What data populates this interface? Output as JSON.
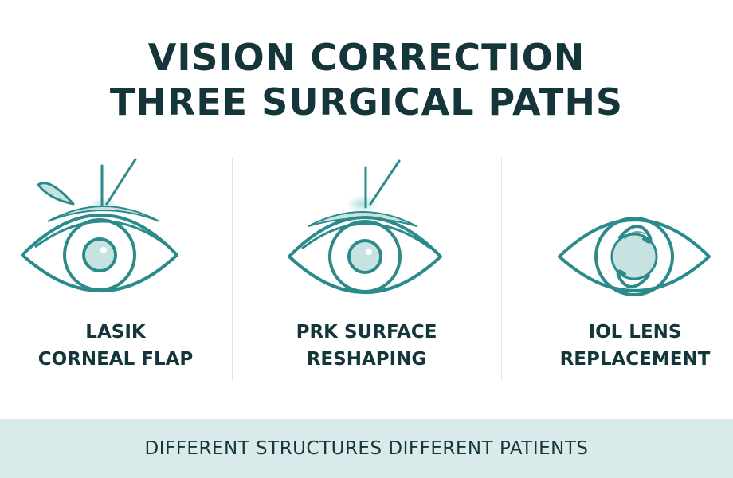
{
  "title": {
    "line1": "VISION CORRECTION",
    "line2": "THREE SURGICAL PATHS"
  },
  "panels": [
    {
      "icon": "eye-lasik-flap-icon",
      "label_line1": "LASIK",
      "label_line2": "CORNEAL FLAP"
    },
    {
      "icon": "eye-prk-surface-icon",
      "label_line1": "PRK SURFACE",
      "label_line2": "RESHAPING"
    },
    {
      "icon": "eye-iol-lens-icon",
      "label_line1": "IOL LENS",
      "label_line2": "REPLACEMENT"
    }
  ],
  "footer": {
    "text": "DIFFERENT STRUCTURES DIFFERENT PATIENTS"
  },
  "colors": {
    "text": "#14363a",
    "stroke": "#2b8b8a",
    "fill_light": "#c6e3e1",
    "glow": "#a7dcd6",
    "footer_bg": "#d8ebea",
    "divider": "#dde6e6"
  }
}
